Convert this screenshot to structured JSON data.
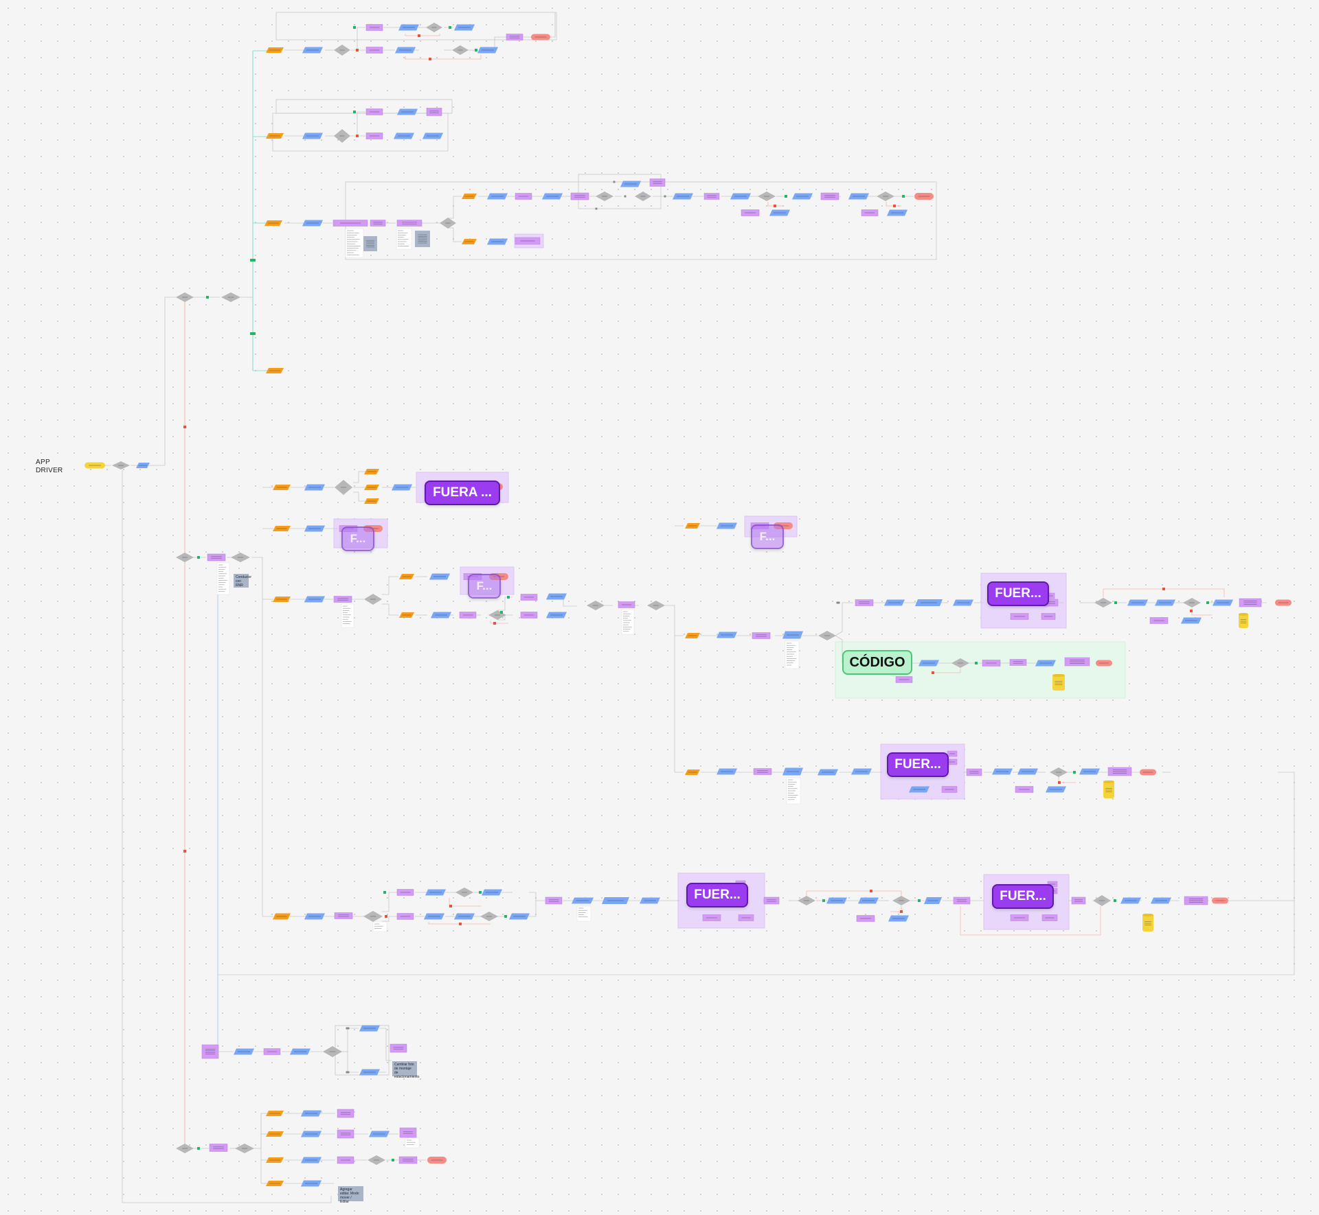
{
  "title_lines": [
    "APP",
    "DRIVER"
  ],
  "offpage_labels": {
    "fuera_long": "FUERA ...",
    "fuera_short": "FUER...",
    "fuera_tiny": "F..."
  },
  "codigo_label": "CÓDIGO",
  "notes": [
    "Conductor con RNR",
    "Cambiar foto de montaje de estacionamiento",
    "Agregar editar. Modo mover / Editar"
  ],
  "colors": {
    "canvas": "#f5f5f5",
    "terminal_yellow": "#f5d33a",
    "start_orange": "#f59d1a",
    "io_blue": "#79a7f5",
    "process_purple": "#d29af4",
    "decision_grey": "#b7b7b7",
    "end_red": "#f58b84",
    "db_yellow": "#f5d33a",
    "connector_green": "#25b36a",
    "connector_red": "#e5533d",
    "line_grey": "#c8c8c8",
    "line_teal": "#8fe0d3",
    "line_salmon": "#f5b8a6",
    "line_blue": "#a7d3f5",
    "group_purple": "#e8d7fa",
    "group_green": "#e6f8ec"
  }
}
